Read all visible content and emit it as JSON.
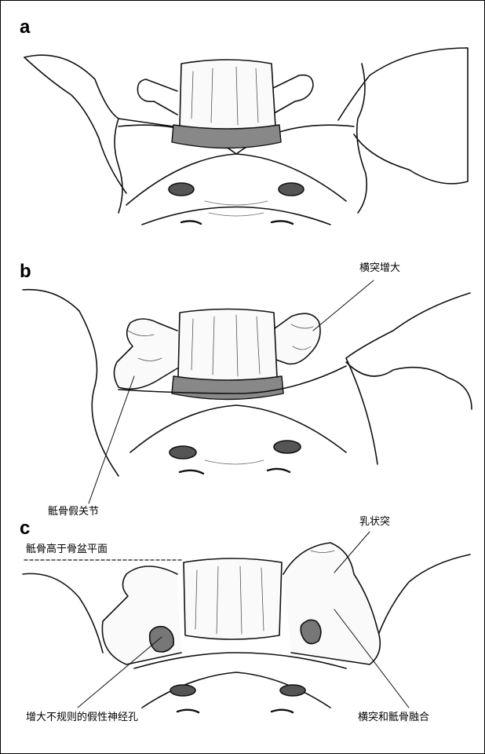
{
  "panels": [
    {
      "letter": "a"
    },
    {
      "letter": "b",
      "labels": {
        "enlarged_transverse_process": "横突增大",
        "sacral_pseudoarticulation": "骶骨假关节"
      }
    },
    {
      "letter": "c",
      "labels": {
        "mammillary_process": "乳状突",
        "sacrum_above_pelvic_plane": "骶骨高于骨盆平面",
        "enlarged_irregular_foramen": "增大不规则的假性神经孔",
        "transverse_sacral_fusion": "横突和骶骨融合"
      }
    }
  ]
}
